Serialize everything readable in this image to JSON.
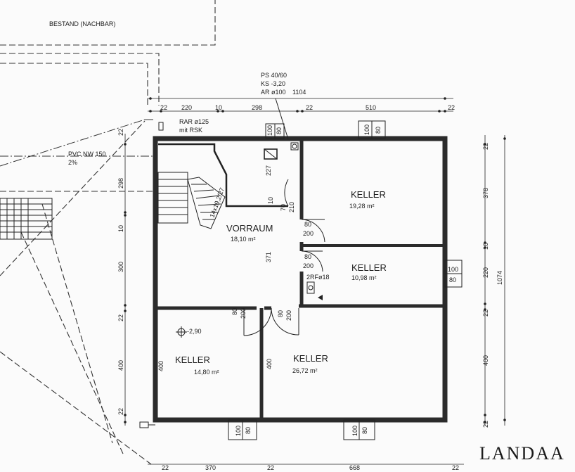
{
  "header": {
    "neighbor": "BESTAND (NACHBAR)"
  },
  "notes": {
    "ps": "PS 40/60",
    "ks": "KS -3,20",
    "ar": "AR ø100",
    "rar": "RAR ø125",
    "rsk": "mit RSK",
    "pvc": "PVC NW 150",
    "pvc_slope": "2%",
    "level": "-2,90",
    "rf": "2RFø18",
    "stair": "14x19,2/27"
  },
  "rooms": [
    {
      "name": "VORRAUM",
      "area": "18,10 m²"
    },
    {
      "name": "KELLER",
      "area": "19,28 m²"
    },
    {
      "name": "KELLER",
      "area": "10,98 m²"
    },
    {
      "name": "KELLER",
      "area": "14,80 m²"
    },
    {
      "name": "KELLER",
      "area": "26,72 m²"
    }
  ],
  "dims_top": [
    "22",
    "220",
    "10",
    "298",
    "22",
    "510",
    "22",
    "1104"
  ],
  "dims_left": [
    "22",
    "298",
    "10",
    "300",
    "22",
    "400",
    "22"
  ],
  "dims_right": [
    "22",
    "378",
    "10",
    "220",
    "22",
    "400",
    "22",
    "1074"
  ],
  "dims_bottom": [
    "22",
    "370",
    "22",
    "668",
    "22"
  ],
  "dims_inner": [
    "227",
    "10",
    "70",
    "210",
    "371",
    "80",
    "200",
    "80",
    "200",
    "80",
    "200",
    "80",
    "200",
    "400",
    "400"
  ],
  "windows": [
    "100",
    "80",
    "100",
    "80",
    "100",
    "80",
    "100",
    "80",
    "100",
    "80"
  ],
  "logo": "LANDAA"
}
